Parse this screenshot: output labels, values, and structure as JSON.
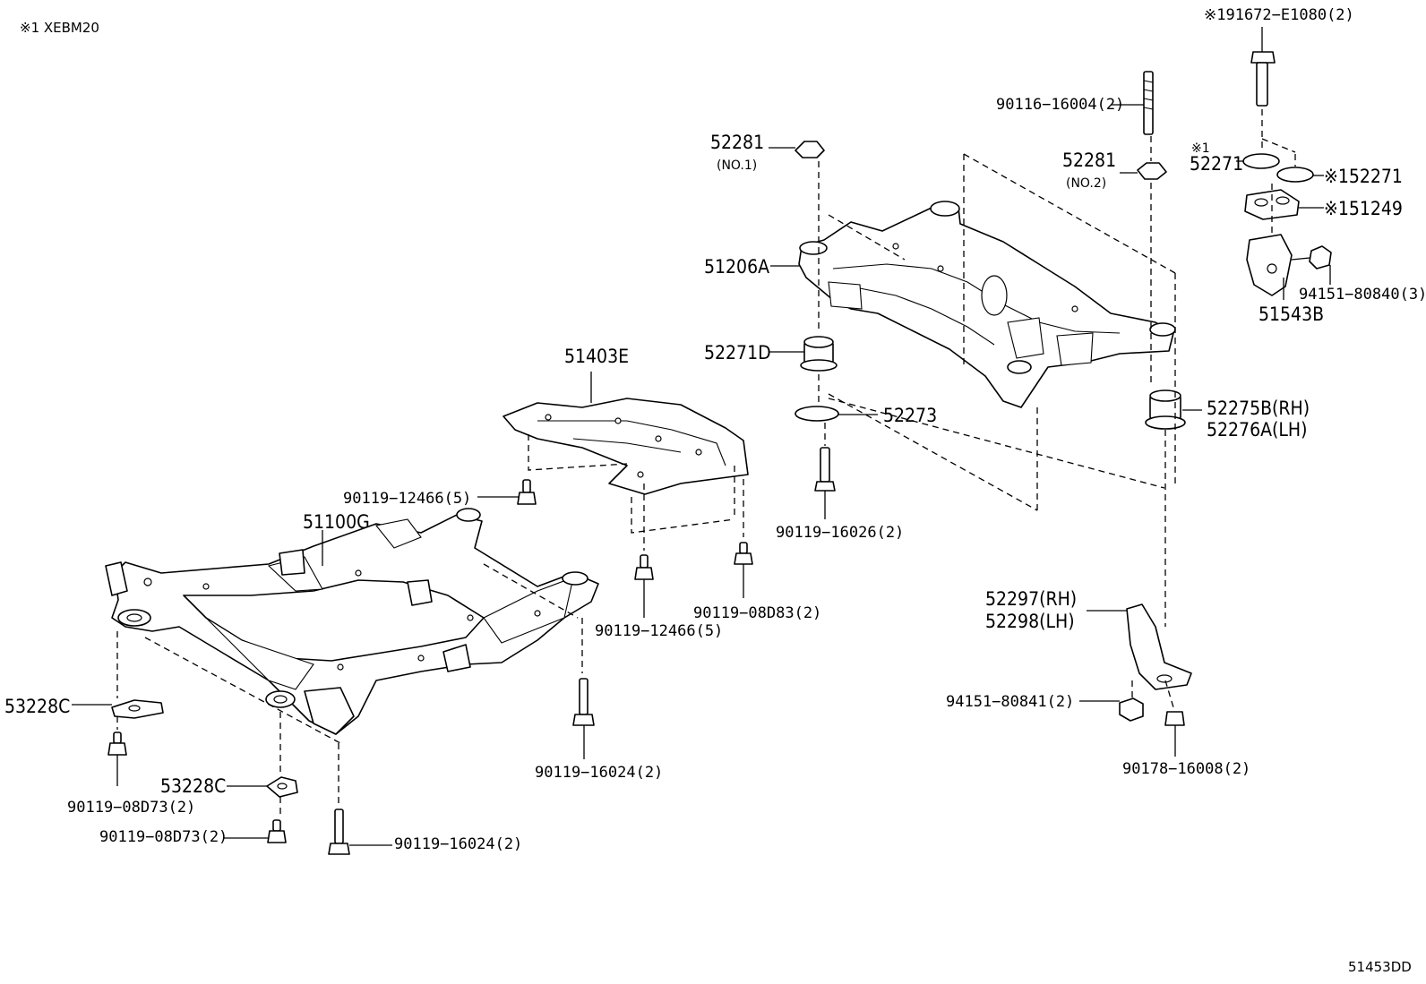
{
  "header": {
    "note": "※1 XEBM20"
  },
  "footer": {
    "code": "51453DD"
  },
  "labels": {
    "l191672": "※191672−E1080(2)",
    "l90116": "90116−16004(2)",
    "l52281_1": "52281",
    "l52281_1_sub": "(NO.1)",
    "l52281_2": "52281",
    "l52281_2_sub": "(NO.2)",
    "l52271_note": "※1",
    "l52271": "52271",
    "l152271": "※152271",
    "l151249": "※151249",
    "l51206A": "51206A",
    "l94151_3": "94151−80840(3)",
    "l51543B": "51543B",
    "l52271D": "52271D",
    "l51403E": "51403E",
    "l52273": "52273",
    "l52275B": "52275B(RH)",
    "l52276A": "52276A(LH)",
    "l90119_12466a": "90119−12466(5)",
    "l90119_16026": "90119−16026(2)",
    "l51100G": "51100G",
    "l90119_08D83": "90119−08D83(2)",
    "l90119_12466b": "90119−12466(5)",
    "l52297": "52297(RH)",
    "l52298": "52298(LH)",
    "l94151_2": "94151−80841(2)",
    "l53228C_a": "53228C",
    "l90119_16024a": "90119−16024(2)",
    "l90178": "90178−16008(2)",
    "l53228C_b": "53228C",
    "l90119_08D73a": "90119−08D73(2)",
    "l90119_08D73b": "90119−08D73(2)",
    "l90119_16024b": "90119−16024(2)"
  }
}
